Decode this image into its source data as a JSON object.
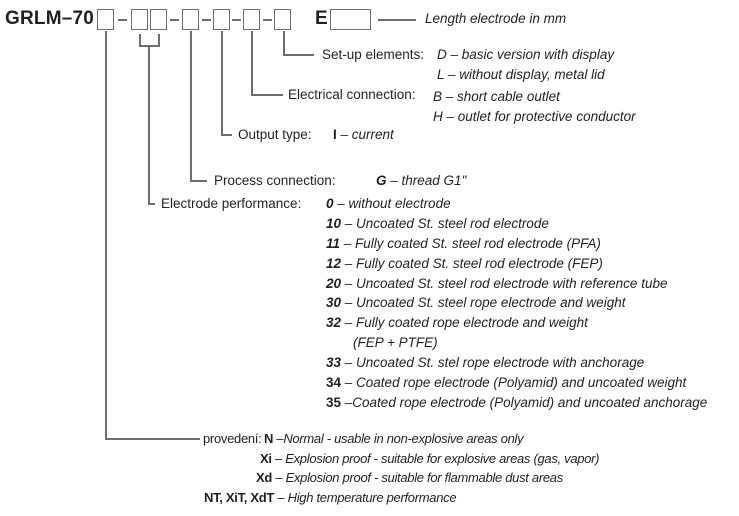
{
  "code": {
    "prefix": "GRLM–70",
    "separator": "–",
    "length_prefix": "E",
    "length_label": "Length electrode in mm"
  },
  "setup_elements": {
    "label": "Set-up elements:",
    "options": [
      {
        "code": "D",
        "text": " – basic version with display"
      },
      {
        "code": "L",
        "text": " – without display, metal lid"
      }
    ]
  },
  "electrical_connection": {
    "label": "Electrical connection:",
    "options": [
      {
        "code": "B",
        "text": " – short cable outlet"
      },
      {
        "code": "H",
        "text": " – outlet for protective conductor"
      }
    ]
  },
  "output_type": {
    "label": "Output type:",
    "options": [
      {
        "code": "I",
        "text": " – current"
      }
    ]
  },
  "process_connection": {
    "label": "Process connection:",
    "options": [
      {
        "code": "G",
        "text": " – thread G1\""
      }
    ]
  },
  "electrode_performance": {
    "label": "Electrode performance:",
    "options": [
      {
        "code": "0",
        "text": " – without electrode"
      },
      {
        "code": "10",
        "text": " – Uncoated St. steel rod electrode"
      },
      {
        "code": "11",
        "text": " – Fully coated St. steel rod electrode (PFA)"
      },
      {
        "code": "12",
        "text": " – Fully coated St. steel rod electrode (FEP)"
      },
      {
        "code": "20",
        "text": " – Uncoated St. steel rod electrode with reference tube"
      },
      {
        "code": "30",
        "text": " – Uncoated St. steel rope electrode and weight"
      },
      {
        "code": "32",
        "text": " – Fully coated rope electrode and weight"
      },
      {
        "code": "",
        "text": "(FEP + PTFE)"
      },
      {
        "code": "33",
        "text": " – Uncoated St. stel rope electrode with anchorage"
      },
      {
        "code": "34",
        "text": " – Coated rope electrode (Polyamid) and uncoated weight"
      },
      {
        "code": "35",
        "text": " –Coated rope electrode (Polyamid) and uncoated anchorage"
      }
    ]
  },
  "version": {
    "label": "provedení:",
    "options": [
      {
        "code": "N",
        "text": " –Normal - usable in non-explosive areas only"
      },
      {
        "code": "Xi",
        "text": " – Explosion proof - suitable for explosive areas (gas, vapor)"
      },
      {
        "code": "Xd",
        "text": " – Explosion proof - suitable for flammable dust areas"
      },
      {
        "code": "NT, XiT, XdT",
        "text": " – High temperature performance"
      }
    ]
  }
}
